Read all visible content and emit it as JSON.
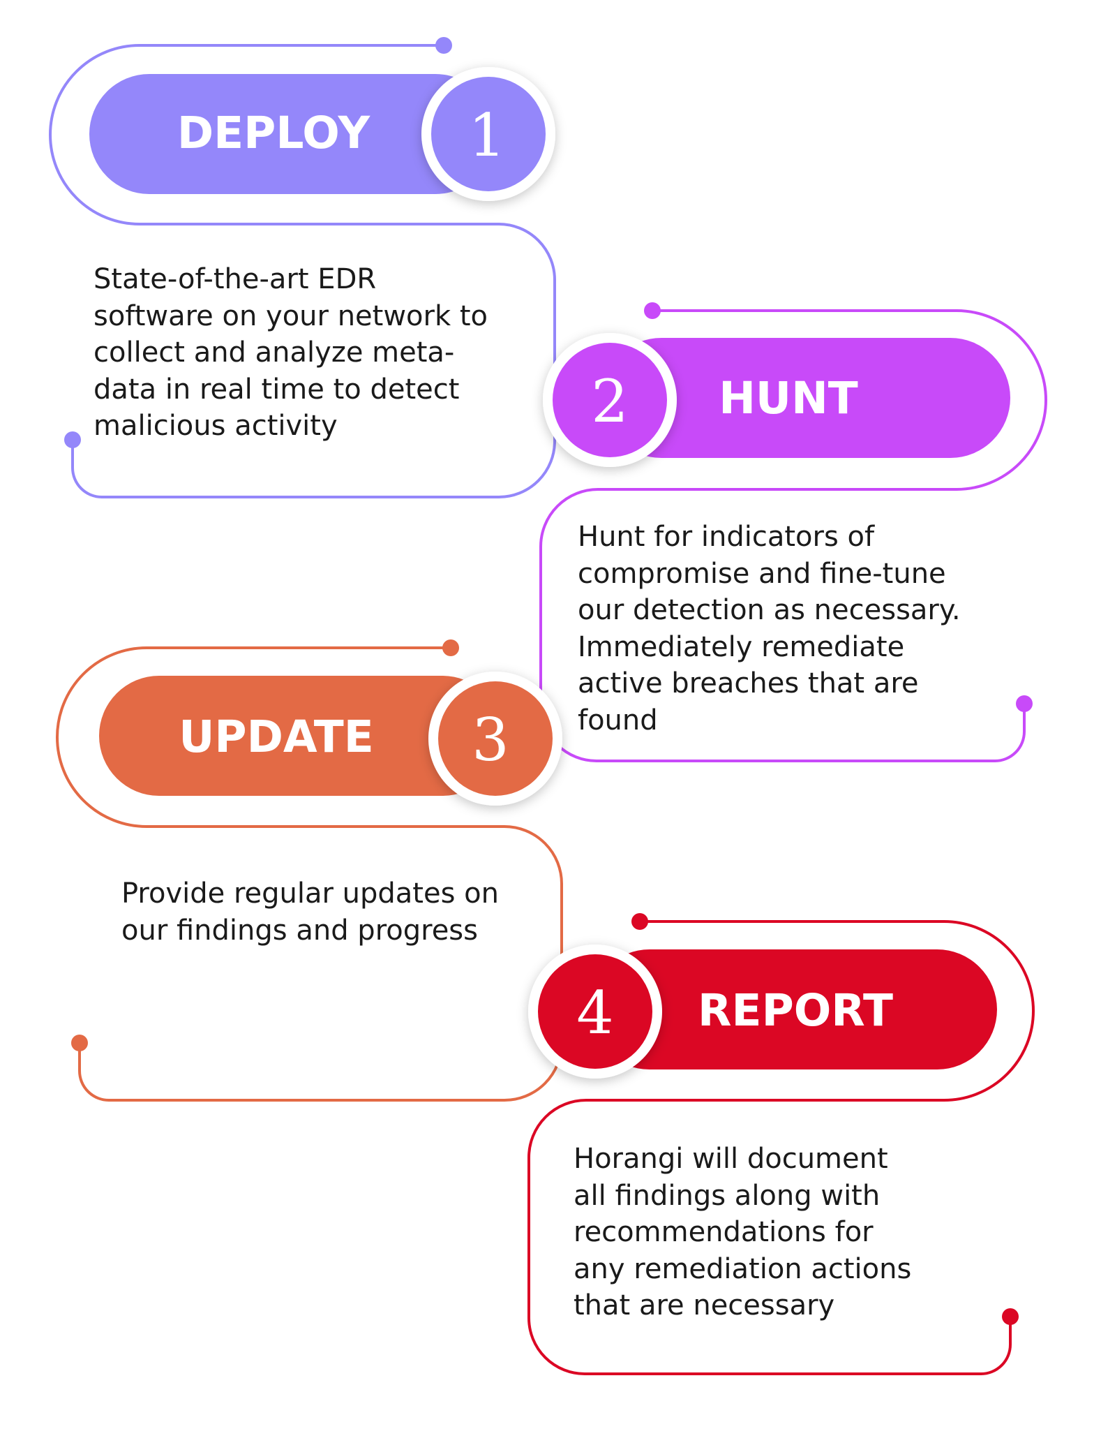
{
  "colors": {
    "deploy": "#9487FA",
    "hunt": "#C84AF9",
    "update": "#E36A45",
    "report": "#DB0724"
  },
  "steps": [
    {
      "number": "1",
      "title": "DEPLOY",
      "description": [
        "State-of-the-art EDR",
        "software on your network to",
        "collect and analyze meta-",
        "data in real time to detect",
        "malicious activity"
      ]
    },
    {
      "number": "2",
      "title": "HUNT",
      "description": [
        "Hunt for indicators of",
        "compromise and fine-tune",
        "our detection as necessary.",
        "Immediately remediate",
        "active breaches that are",
        "found"
      ]
    },
    {
      "number": "3",
      "title": "UPDATE",
      "description": [
        "Provide regular updates on",
        "our findings and progress"
      ]
    },
    {
      "number": "4",
      "title": "REPORT",
      "description": [
        "Horangi will document",
        "all findings along with",
        "recommendations for",
        "any remediation actions",
        "that are necessary"
      ]
    }
  ]
}
